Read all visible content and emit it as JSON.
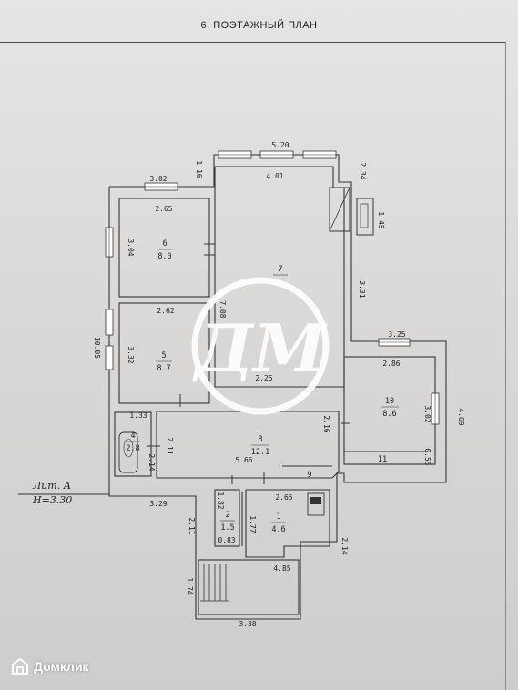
{
  "sheet": {
    "title": "6. ПОЭТАЖНЫЙ ПЛАН"
  },
  "lit": {
    "line1": "Лит. А",
    "line2": "Н=3.30"
  },
  "rooms": [
    {
      "num": "1",
      "area": "4.6"
    },
    {
      "num": "2",
      "area": "1.5"
    },
    {
      "num": "3",
      "area": "12.1"
    },
    {
      "num": "4",
      "area": "2.8"
    },
    {
      "num": "5",
      "area": "8.7"
    },
    {
      "num": "6",
      "area": "8.0"
    },
    {
      "num": "7",
      "area": ""
    },
    {
      "num": "9",
      "area": ""
    },
    {
      "num": "10",
      "area": "8.6"
    },
    {
      "num": "11",
      "area": ""
    }
  ],
  "dimensions": {
    "top_outer": "5.20",
    "top_inner": "4.01",
    "left_room_top": "3.02",
    "left_col": "1.16",
    "right_top": "2.34",
    "small_box": "1.45",
    "r6_width": "2.65",
    "r6_height": "3.04",
    "r7_right": "3.31",
    "r7_left": "7.08",
    "r5_width": "2.62",
    "r5_height": "3.32",
    "left_total": "10.05",
    "r10_outer": "3.25",
    "r10_inner": "2.86",
    "r10_height": "3.02",
    "r10_right": "4.69",
    "r10_small": "0.55",
    "r4_width": "1.33",
    "r4_height": "2.14",
    "r3_left": "2.11",
    "r3_width": "5.66",
    "r3_right": "2.16",
    "bottom_left": "3.29",
    "stair_left": "2.11",
    "r2_top": "1.82",
    "r2_width": "0.83",
    "r1_left": "1.77",
    "r1_top": "2.65",
    "r1_right": "2.14",
    "bottom_mid": "4.85",
    "stair_h": "1.74",
    "bottom_total": "3.38",
    "r7_fragment": "2.25"
  },
  "watermark": {
    "monogram": "ДМ"
  },
  "brand": {
    "name": "Домклик"
  }
}
